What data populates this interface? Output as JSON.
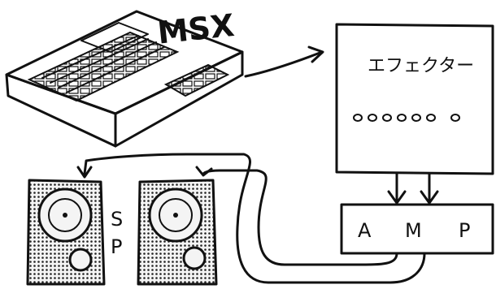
{
  "msx": {
    "label": "MSX"
  },
  "effector": {
    "label": "エフェクター",
    "knobs": "○○○○○○○"
  },
  "amp": {
    "label_a": "A",
    "label_m": "M",
    "label_p": "P"
  },
  "speakers": {
    "label_s": "S",
    "label_p": "P"
  }
}
